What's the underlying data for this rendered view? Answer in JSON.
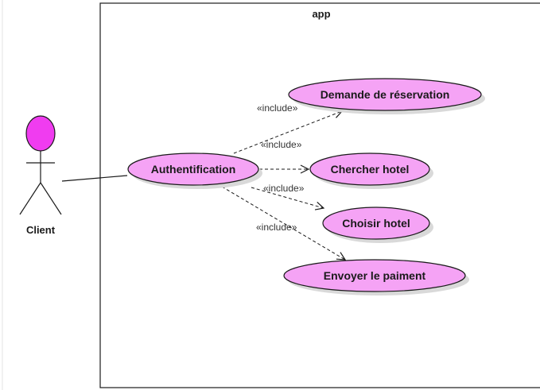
{
  "system": {
    "title": "app"
  },
  "actor": {
    "name": "Client"
  },
  "use_cases": {
    "auth": "Authentification",
    "reservation": "Demande de réservation",
    "search": "Chercher hotel",
    "choose": "Choisir hotel",
    "payment": "Envoyer le paiment"
  },
  "relations": {
    "include_1": "«include»",
    "include_2": "«include»",
    "include_3": "«include»",
    "include_4": "«include»"
  },
  "colors": {
    "use_case_fill": "#f5a3f5",
    "actor_head_fill": "#f03cf0",
    "stroke": "#1a1a1a",
    "shadow": "#d9d9d9"
  }
}
